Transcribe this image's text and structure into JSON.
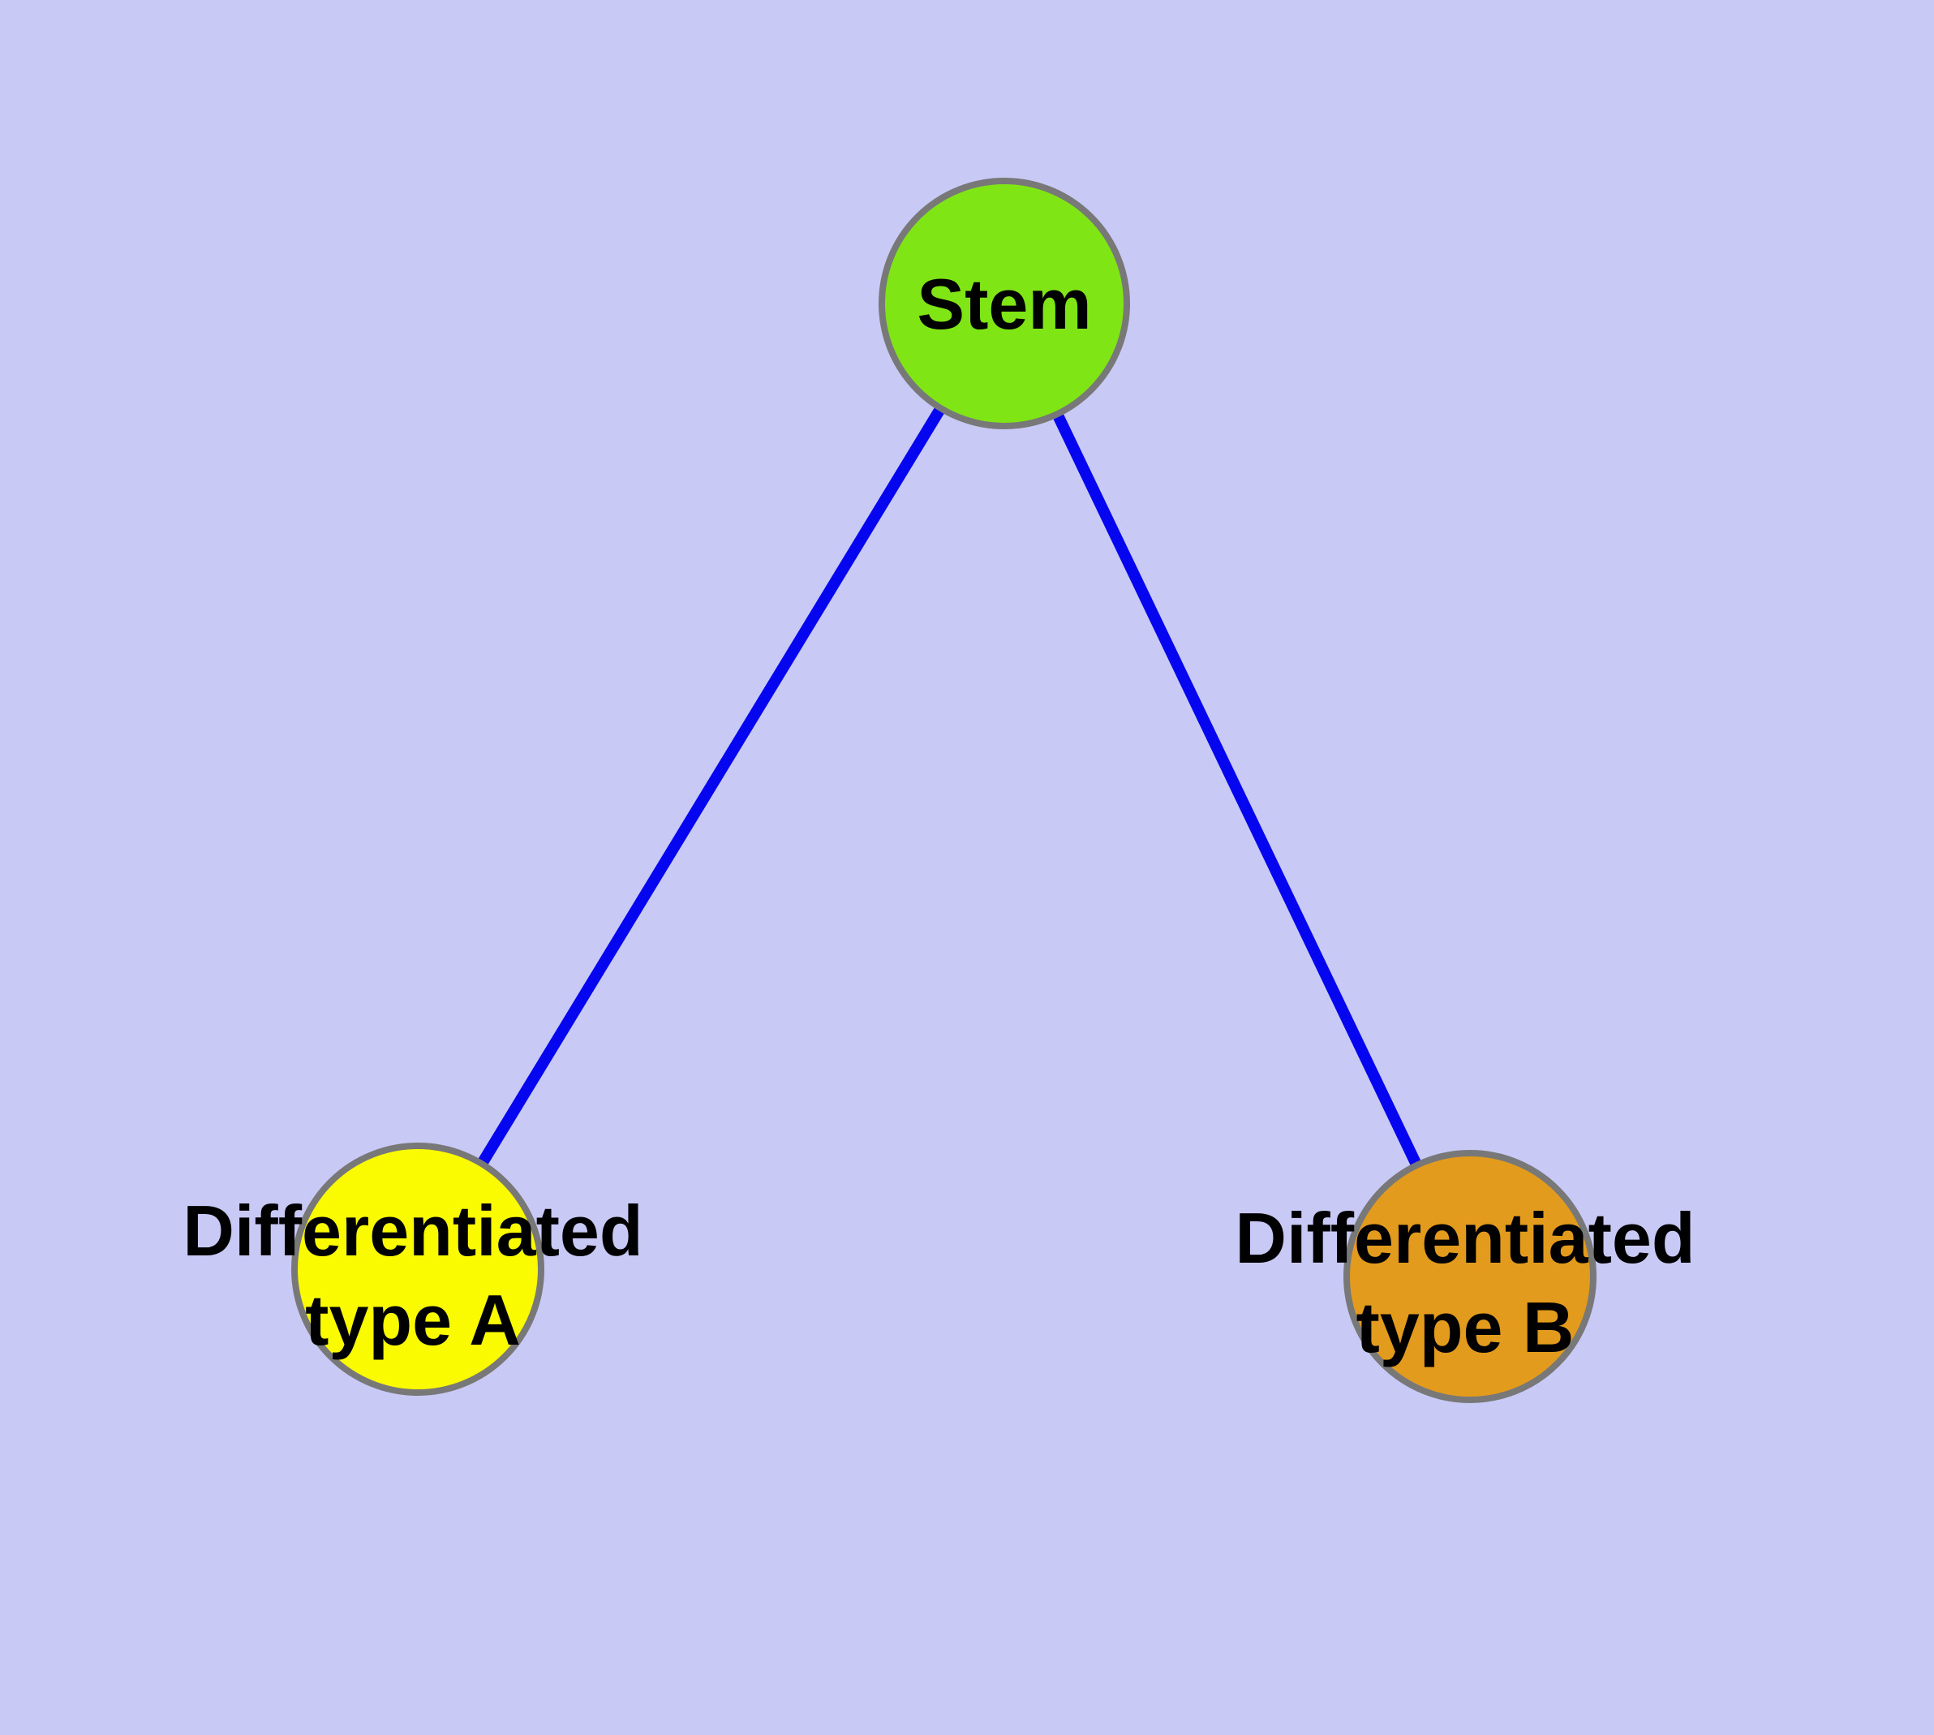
{
  "diagram": {
    "background_color": "#C9C9F5",
    "edge_color": "#0505F0",
    "node_border_color": "#787878",
    "nodes": [
      {
        "id": "stem",
        "label": "Stem",
        "fill": "#80E515"
      },
      {
        "id": "type-a",
        "label_line1": "Differentiated",
        "label_line2": "type A",
        "fill": "#FAFA00"
      },
      {
        "id": "type-b",
        "label_line1": "Differentiated",
        "label_line2": "type B",
        "fill": "#E29B1C"
      }
    ],
    "edges": [
      {
        "from": "Stem",
        "to": "Differentiated type A"
      },
      {
        "from": "Stem",
        "to": "Differentiated type B"
      }
    ]
  }
}
